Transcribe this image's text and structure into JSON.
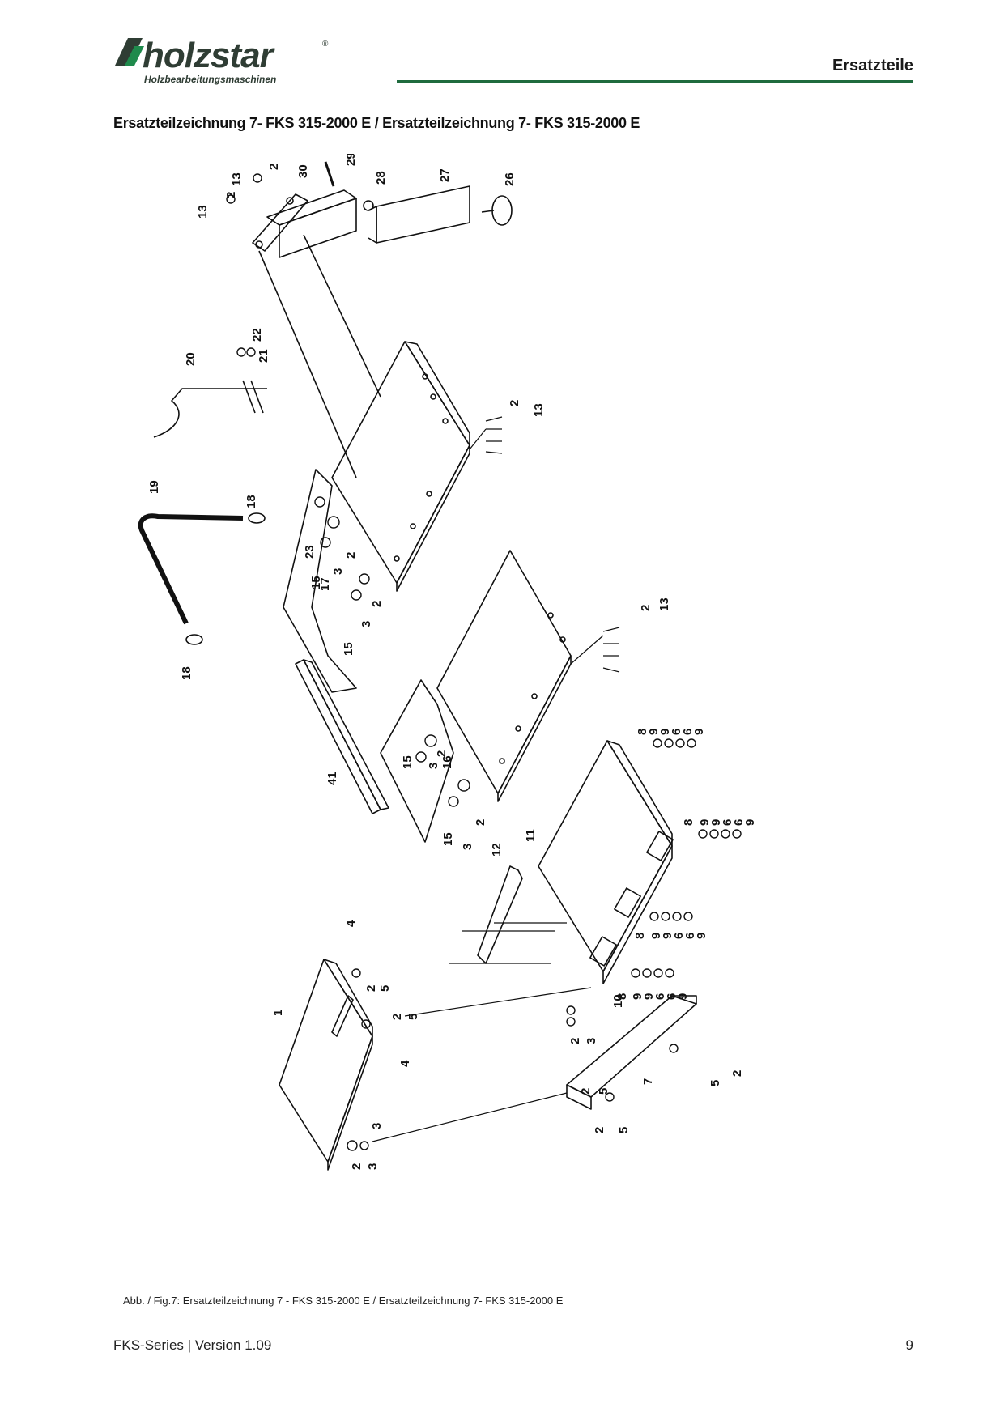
{
  "header": {
    "brand": "holzstar",
    "brand_registered": "®",
    "brand_tagline": "Holzbearbeitungsmaschinen",
    "section": "Ersatzteile",
    "rule_color": "#1f6b3e"
  },
  "heading": "Ersatzteilzeichnung 7- FKS 315-2000 E / Ersatzteilzeichnung 7- FKS 315-2000 E",
  "diagram": {
    "part_numbers": [
      "13",
      "2",
      "13",
      "2",
      "30",
      "29",
      "28",
      "27",
      "26",
      "22",
      "21",
      "20",
      "2",
      "13",
      "19",
      "18",
      "23",
      "2",
      "3",
      "17",
      "15",
      "2",
      "3",
      "15",
      "18",
      "2",
      "13",
      "41",
      "15",
      "3",
      "16",
      "2",
      "15",
      "3",
      "2",
      "8",
      "9",
      "9",
      "6",
      "6",
      "9",
      "12",
      "11",
      "8",
      "9",
      "9",
      "6",
      "6",
      "9",
      "8",
      "9",
      "9",
      "6",
      "6",
      "9",
      "10",
      "8",
      "9",
      "9",
      "6",
      "6",
      "9",
      "4",
      "2",
      "5",
      "1",
      "2",
      "5",
      "4",
      "2",
      "3",
      "2",
      "3",
      "2",
      "5",
      "7",
      "2",
      "5",
      "2",
      "5",
      "3"
    ]
  },
  "caption": "Abb. / Fig.7: Ersatzteilzeichnung 7 - FKS 315-2000 E / Ersatzteilzeichnung 7- FKS 315-2000 E",
  "footer": {
    "left": "FKS-Series | Version 1.09",
    "page_number": "9"
  }
}
